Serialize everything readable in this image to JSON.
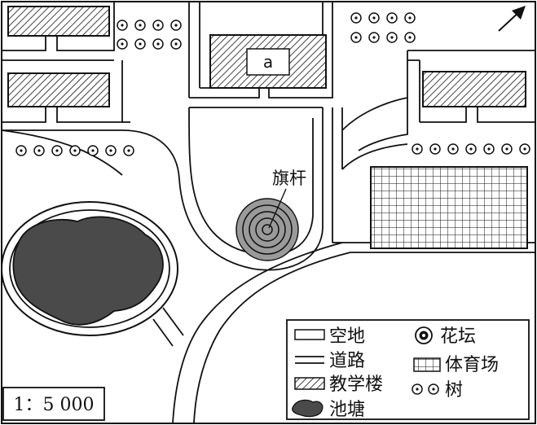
{
  "map": {
    "building_label": "a",
    "flagpole_label": "旗杆",
    "scale_text": "1：5 000",
    "north_arrow_icon": "north-arrow-icon"
  },
  "legend": {
    "items": [
      {
        "symbol": "empty-land-icon",
        "label": "空地"
      },
      {
        "symbol": "road-icon",
        "label": "道路"
      },
      {
        "symbol": "teaching-building-icon",
        "label": "教学楼"
      },
      {
        "symbol": "pond-icon",
        "label": "池塘"
      },
      {
        "symbol": "flower-bed-icon",
        "label": "花坛"
      },
      {
        "symbol": "stadium-icon",
        "label": "体育场"
      },
      {
        "symbol": "tree-icon",
        "label": "树"
      }
    ]
  },
  "colors": {
    "ink": "#111111",
    "pond_fill": "#4a4a4a",
    "flowerbed_fill": "#9a9a9a",
    "background": "#ffffff"
  }
}
